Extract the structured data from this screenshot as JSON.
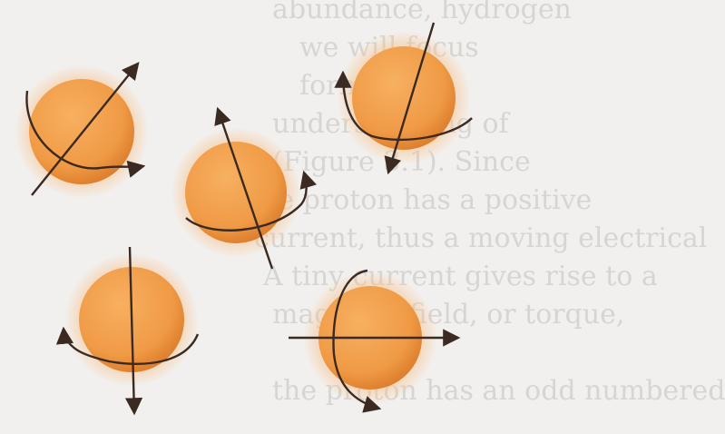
{
  "background_text": [
    "abundance, hydrogen",
    "we will focus",
    "form.",
    "understanding of",
    "(Figure 3.1). Since",
    "the proton has a positive",
    "current, thus a moving electrical",
    "A tiny current gives rise to a",
    "magnetic field, or torque,",
    "the proton has an odd numbered"
  ],
  "colors": {
    "paper": "#f2f0ee",
    "glow": "#f7c089",
    "sphere_core": "#f2a24f",
    "sphere_edge": "#d97a2a",
    "axis": "#3a2a22"
  },
  "spheres": [
    {
      "name": "proton-top-left"
    },
    {
      "name": "proton-center"
    },
    {
      "name": "proton-top-right"
    },
    {
      "name": "proton-bottom-left"
    },
    {
      "name": "proton-bottom-right"
    }
  ]
}
